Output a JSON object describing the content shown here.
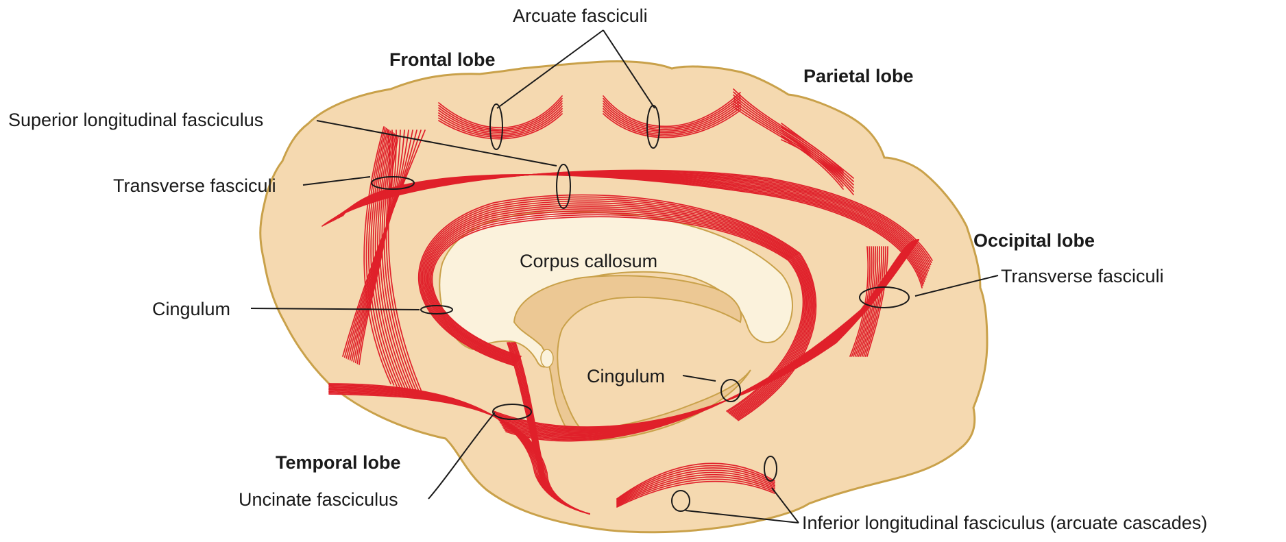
{
  "labels": {
    "arcuate_fasciculi": "Arcuate fasciculi",
    "frontal_lobe": "Frontal lobe",
    "parietal_lobe": "Parietal lobe",
    "occipital_lobe": "Occipital lobe",
    "temporal_lobe": "Temporal lobe",
    "superior_longitudinal_fasciculus": "Superior longitudinal fasciculus",
    "transverse_fasciculi_left": "Transverse fasciculi",
    "transverse_fasciculi_right": "Transverse fasciculi",
    "corpus_callosum": "Corpus callosum",
    "cingulum_left": "Cingulum",
    "cingulum_center": "Cingulum",
    "uncinate_fasciculus": "Uncinate fasciculus",
    "inferior_longitudinal_fasciculus": "Inferior longitudinal fasciculus (arcuate cascades)"
  },
  "colors": {
    "brain_fill": "#f5d9b0",
    "brain_outline": "#c9a14a",
    "callosum_fill": "#fbf2dc",
    "inner_fill": "#ecc894",
    "fiber": "#e0202a",
    "leader": "#1a1a1a"
  }
}
